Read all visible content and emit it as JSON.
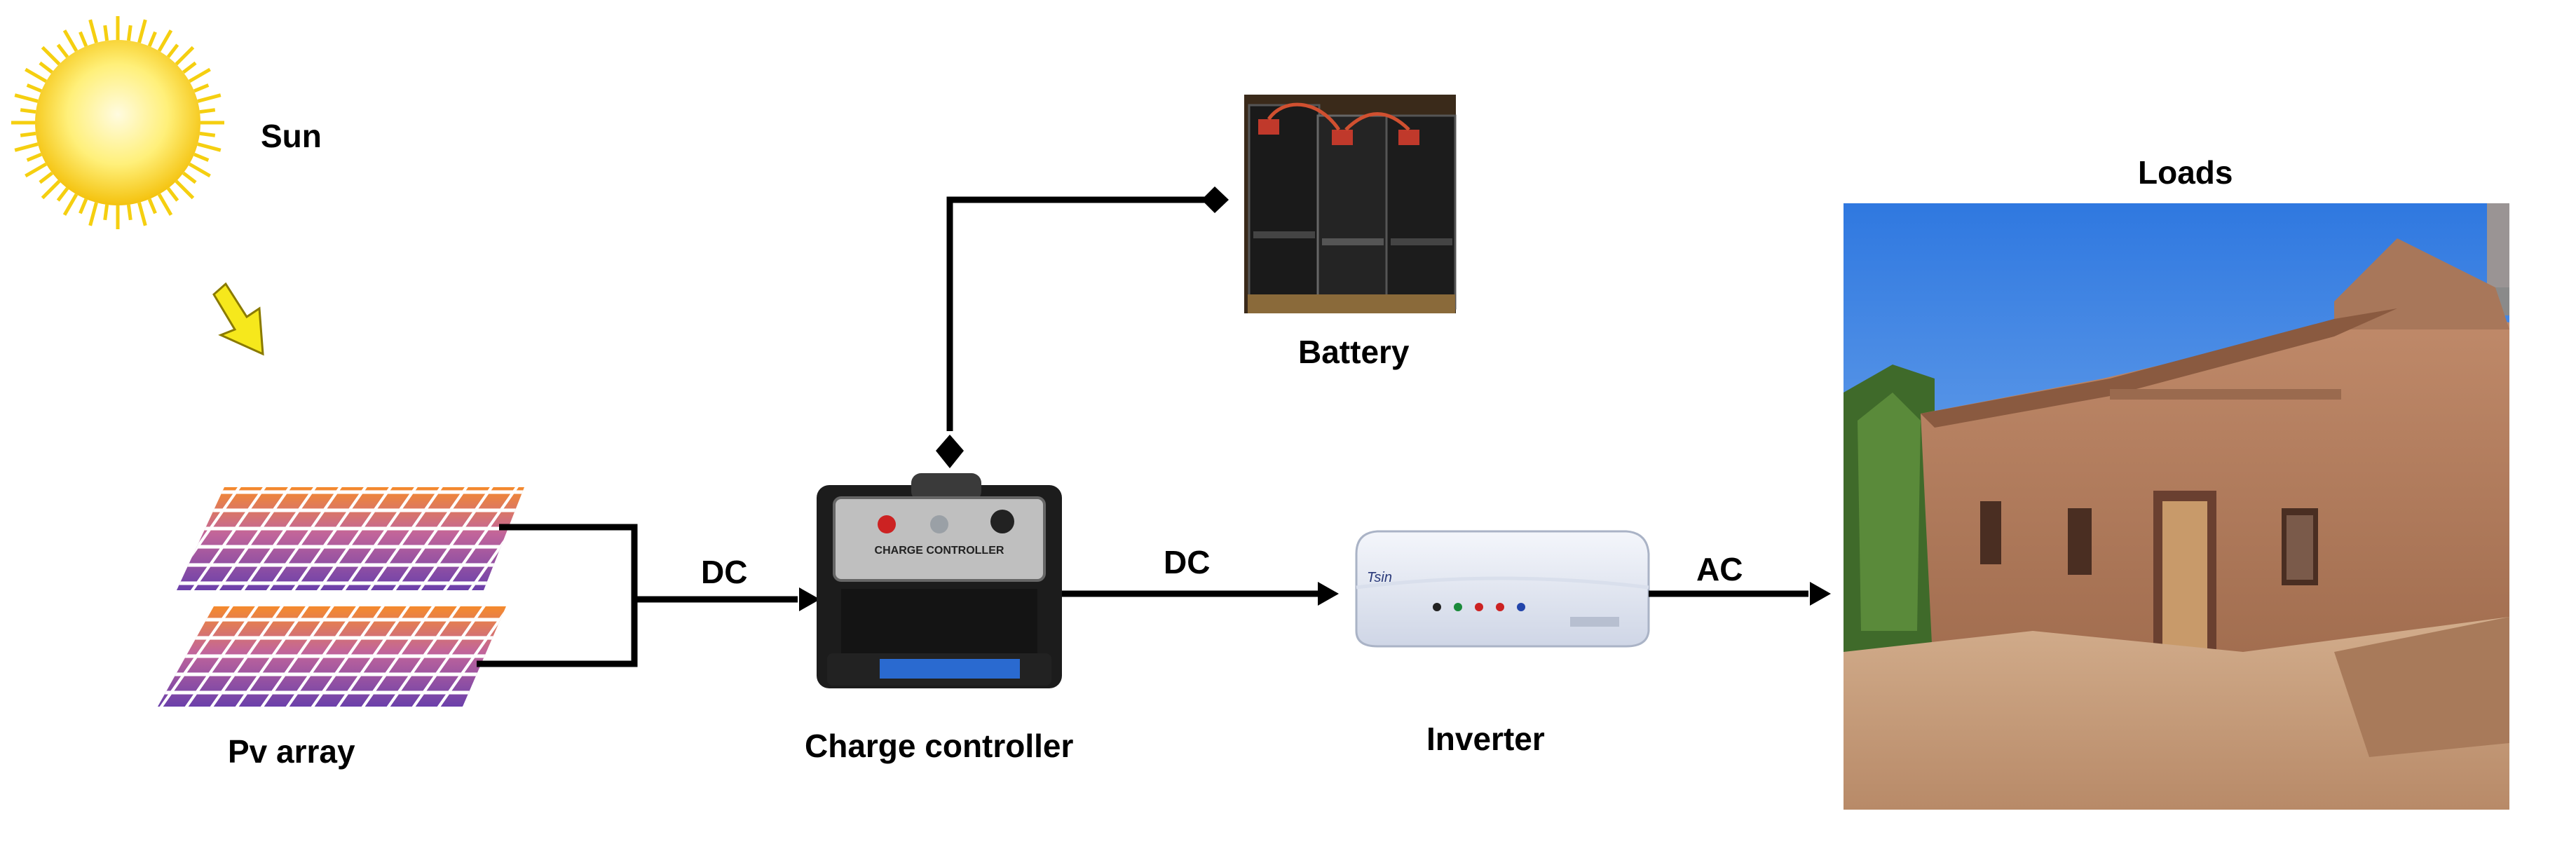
{
  "labels": {
    "sun": "Sun",
    "pv_array": "Pv array",
    "charge_controller": "Charge controller",
    "battery": "Battery",
    "inverter": "Inverter",
    "loads": "Loads"
  },
  "connections": {
    "pv_to_controller": "DC",
    "controller_to_inverter": "DC",
    "inverter_to_loads": "AC"
  },
  "device_text": {
    "controller_face": "CHARGE CONTROLLER",
    "inverter_brand": "Tsin"
  },
  "colors": {
    "line": "#000000",
    "sun": "#f7d21e",
    "panel_top": "#f07a2a",
    "panel_bottom": "#6a3fa8",
    "mud_wall": "#b07a5a",
    "sky": "#3f86e6"
  },
  "icons": [
    "sun-icon",
    "arrow-down-icon",
    "solar-panel-icon",
    "charge-controller-icon",
    "battery-icon",
    "inverter-icon",
    "house-photo"
  ]
}
